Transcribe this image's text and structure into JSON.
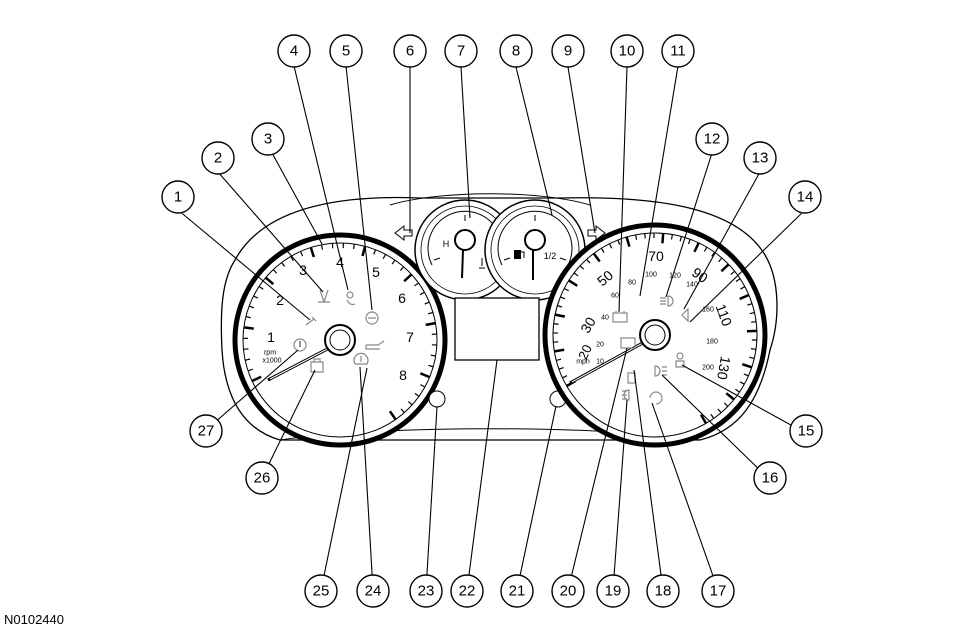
{
  "figure_id": "N0102440",
  "tachometer": {
    "numbers": [
      "1",
      "2",
      "3",
      "4",
      "5",
      "6",
      "7",
      "8"
    ],
    "unit_line1": "rpm",
    "unit_line2": "x1000"
  },
  "temp_gauge": {
    "high": "H"
  },
  "fuel_gauge": {
    "half": "1/2"
  },
  "speedometer": {
    "mph_numbers": [
      "20",
      "30",
      "50",
      "70",
      "90",
      "110",
      "130"
    ],
    "kmh_numbers": [
      "10",
      "20",
      "40",
      "60",
      "80",
      "100",
      "120",
      "140",
      "160",
      "180",
      "200"
    ],
    "unit": "mph"
  },
  "callouts": [
    "1",
    "2",
    "3",
    "4",
    "5",
    "6",
    "7",
    "8",
    "9",
    "10",
    "11",
    "12",
    "13",
    "14",
    "15",
    "16",
    "17",
    "18",
    "19",
    "20",
    "21",
    "22",
    "23",
    "24",
    "25",
    "26",
    "27"
  ]
}
